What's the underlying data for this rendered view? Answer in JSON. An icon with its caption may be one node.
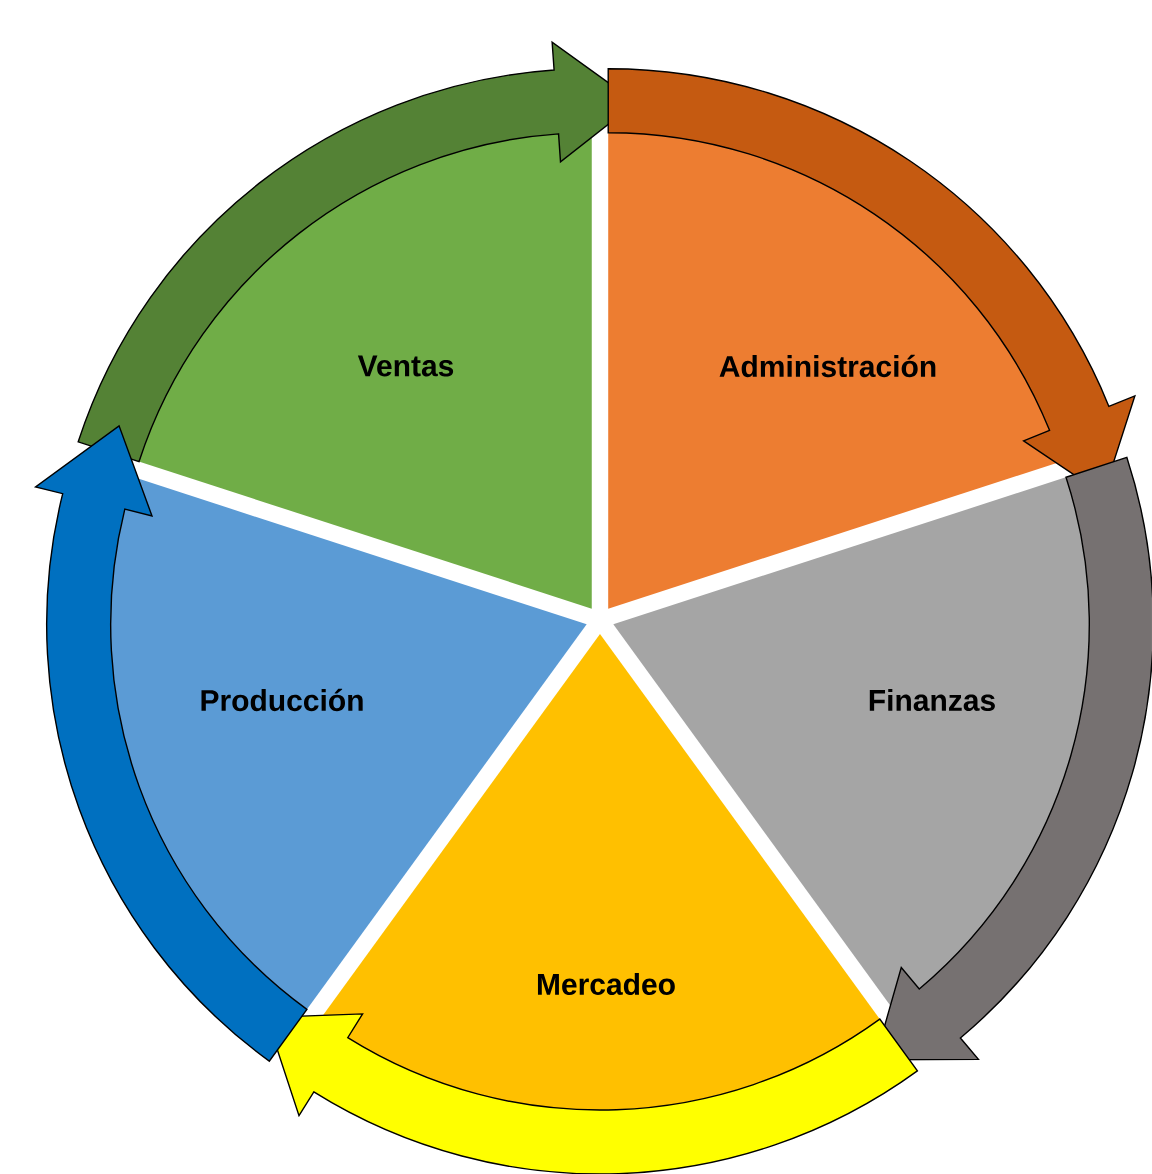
{
  "diagram": {
    "nodes": [
      {
        "text": [
          "Ventas"
        ]
      },
      {
        "text": [
          "Administración"
        ]
      },
      {
        "text": [
          "Producción"
        ]
      },
      {
        "text": [
          "Finanzas"
        ]
      },
      {
        "text": [
          "Mercadeo"
        ]
      }
    ],
    "edges": [
      {
        "from": 0,
        "to": 1,
        "arrow": "to",
        "color": "#548235"
      },
      {
        "from": 1,
        "to": 3,
        "arrow": "to",
        "color": "#c55a11"
      },
      {
        "from": 3,
        "to": 4,
        "arrow": "to",
        "color": "#767171"
      },
      {
        "from": 4,
        "to": 2,
        "arrow": "to",
        "color": "#ffff00"
      },
      {
        "from": 2,
        "to": 0,
        "arrow": "to",
        "color": "#0070c0"
      }
    ]
  }
}
